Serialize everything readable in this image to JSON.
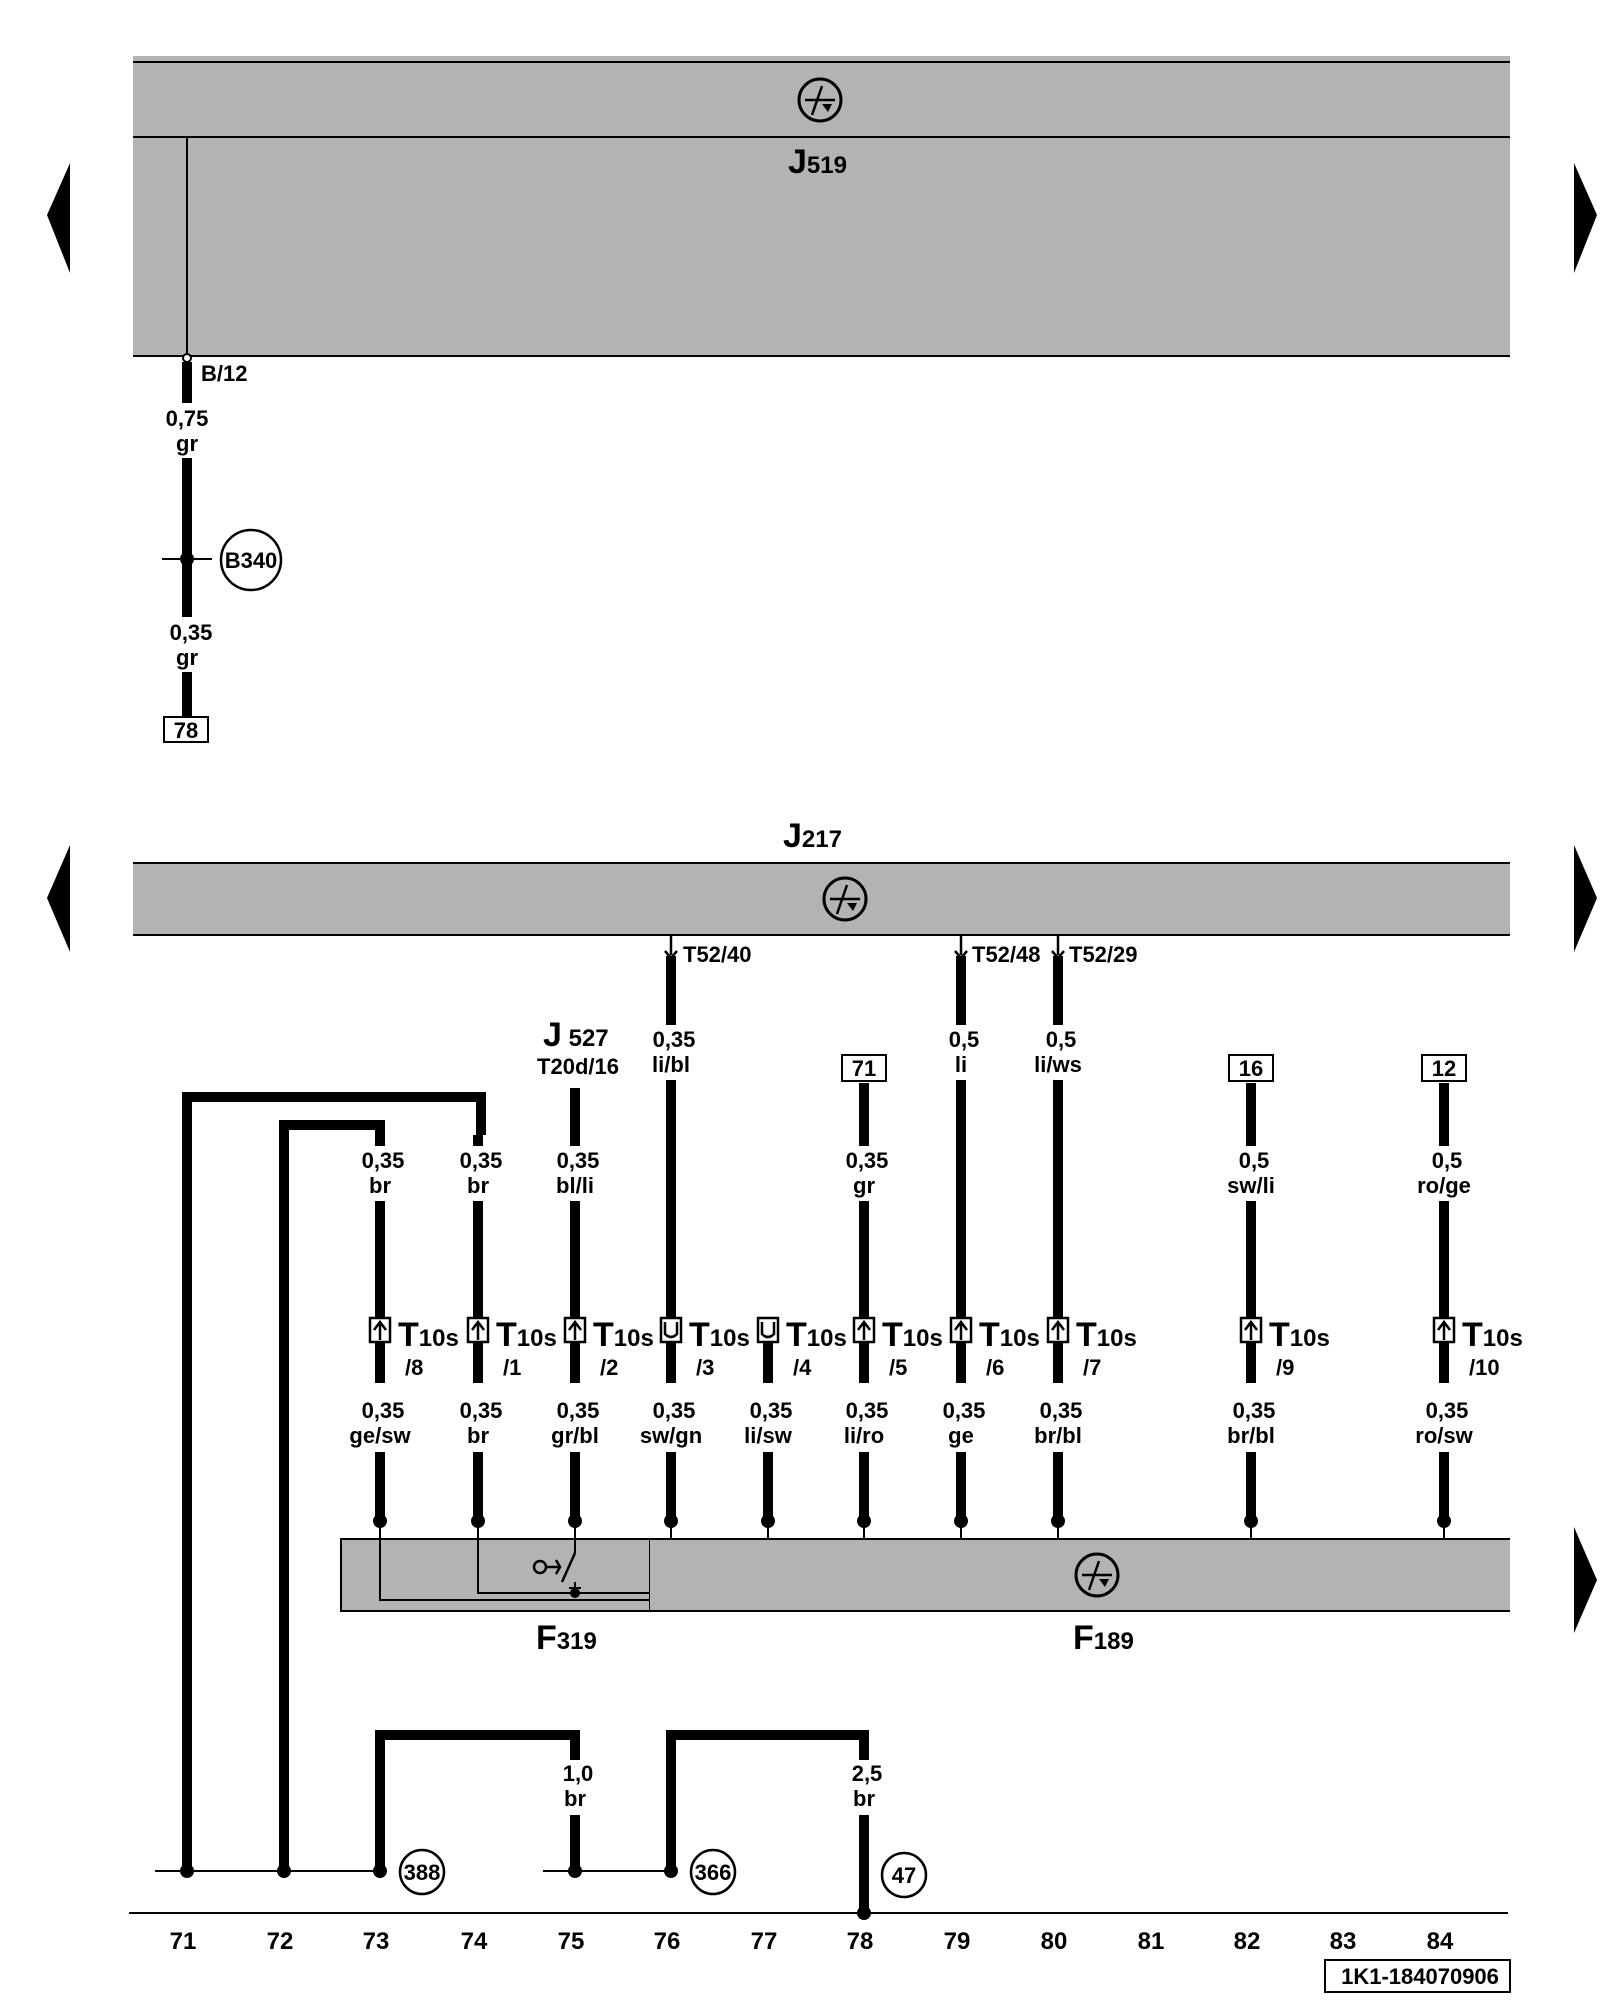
{
  "components": {
    "j519": {
      "letter": "J",
      "sub": "519"
    },
    "j217": {
      "letter": "J",
      "sub": "217"
    },
    "j527": {
      "letter": "J",
      "sub": " 527",
      "pin": "T20d/16"
    },
    "f319": {
      "letter": "F",
      "sub": "319"
    },
    "f189": {
      "letter": "F",
      "sub": "189"
    }
  },
  "top": {
    "pin": "B/12",
    "w1_size": "0,75",
    "w1_color": "gr",
    "junction": "B340",
    "w2_size": "0,35",
    "w2_color": "gr",
    "ref": "78"
  },
  "j217_pins": {
    "p40": "T52/40",
    "p48": "T52/48",
    "p29": "T52/29"
  },
  "refs_upper": {
    "r71": "71",
    "r16": "16",
    "r12": "12"
  },
  "upper_wires": [
    {
      "size": "0,35",
      "color": "br"
    },
    {
      "size": "0,35",
      "color": "br"
    },
    {
      "size": "0,35",
      "color": "bl/li"
    },
    {
      "size": "0,35",
      "color": "li/bl"
    },
    {
      "size": "0,35",
      "color": "gr"
    },
    {
      "size": "0,5",
      "color": "li"
    },
    {
      "size": "0,5",
      "color": "li/ws"
    },
    {
      "size": "0,5",
      "color": "sw/li"
    },
    {
      "size": "0,5",
      "color": "ro/ge"
    }
  ],
  "connector": {
    "letter": "T",
    "sub": "10s"
  },
  "connector_pins": [
    "/8",
    "/1",
    "/2",
    "/3",
    "/4",
    "/5",
    "/6",
    "/7",
    "/9",
    "/10"
  ],
  "lower_wires": [
    {
      "size": "0,35",
      "color": "ge/sw"
    },
    {
      "size": "0,35",
      "color": "br"
    },
    {
      "size": "0,35",
      "color": "gr/bl"
    },
    {
      "size": "0,35",
      "color": "sw/gn"
    },
    {
      "size": "0,35",
      "color": "li/sw"
    },
    {
      "size": "0,35",
      "color": "li/ro"
    },
    {
      "size": "0,35",
      "color": "ge"
    },
    {
      "size": "0,35",
      "color": "br/bl"
    },
    {
      "size": "0,35",
      "color": "br/bl"
    },
    {
      "size": "0,35",
      "color": "ro/sw"
    }
  ],
  "ground_wires": {
    "g1_size": "1,0",
    "g1_color": "br",
    "g2_size": "2,5",
    "g2_color": "br"
  },
  "ground_points": {
    "g388": "388",
    "g366": "366",
    "g47": "47"
  },
  "track_numbers": [
    "71",
    "72",
    "73",
    "74",
    "75",
    "76",
    "77",
    "78",
    "79",
    "80",
    "81",
    "82",
    "83",
    "84"
  ],
  "doc_code": "1K1-184070906"
}
